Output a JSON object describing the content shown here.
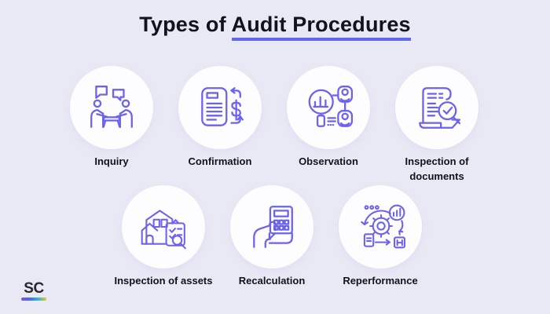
{
  "theme": {
    "background": "#E9E9F5",
    "icon_stroke": "#6B63EE",
    "title_underline": "#6366F1",
    "text": "#12121F",
    "circle_fill": "#FDFDFF"
  },
  "title": {
    "prefix": "Types of ",
    "underlined": "Audit Procedures"
  },
  "cards": [
    {
      "label": "Inquiry",
      "icon": "inquiry-conversation-icon"
    },
    {
      "label": "Confirmation",
      "icon": "confirmation-document-dollar-icon"
    },
    {
      "label": "Observation",
      "icon": "observation-magnifier-chart-icon"
    },
    {
      "label": "Inspection of documents",
      "icon": "inspection-documents-magnifier-check-icon"
    },
    {
      "label": "Inspection of assets",
      "icon": "inspection-assets-building-checklist-icon"
    },
    {
      "label": "Recalculation",
      "icon": "recalculation-hand-calculator-icon"
    },
    {
      "label": "Reperformance",
      "icon": "reperformance-gear-cycle-icon"
    }
  ],
  "logo": {
    "text": "SC",
    "underline_colors": [
      "#8A4FE0",
      "#3E6FE8",
      "#2BB8D8",
      "#F0C028"
    ]
  }
}
